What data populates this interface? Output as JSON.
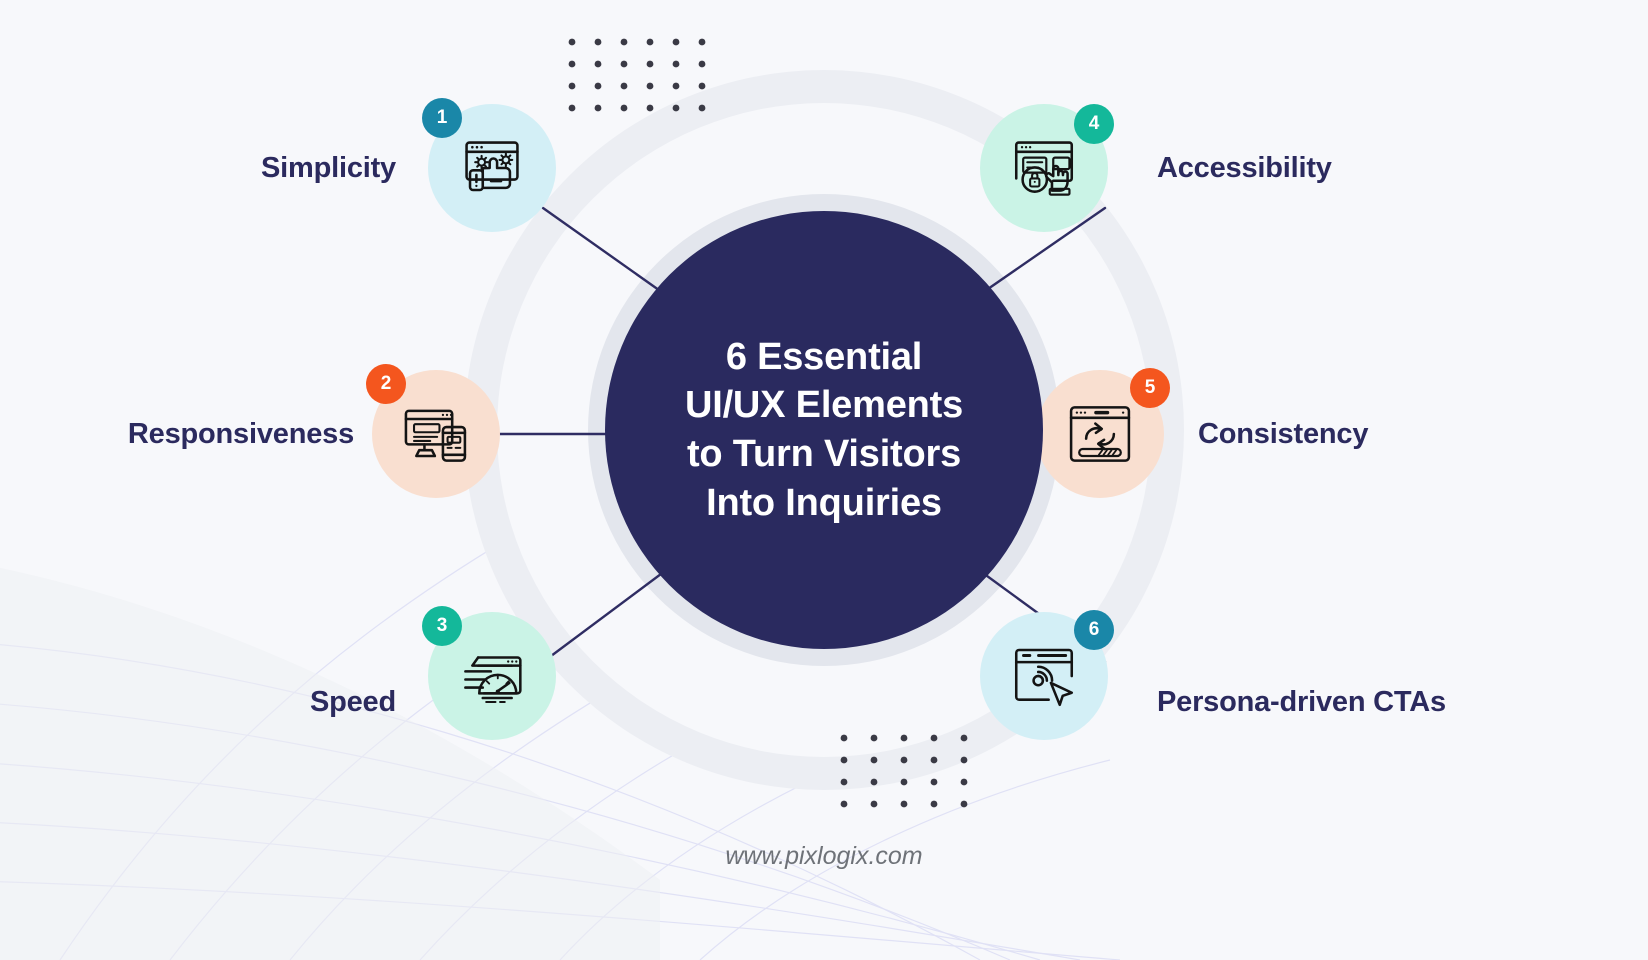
{
  "canvas": {
    "background_color": "#f7f8fb",
    "ring_outer_color": "#eceef3",
    "ring_inner_color": "#e3e6ed"
  },
  "hub": {
    "title": "6 Essential\nUI/UX Elements\nto Turn Visitors\nInto Inquiries",
    "background_color": "#2a2a5f",
    "text_color": "#ffffff"
  },
  "nodes": [
    {
      "number": "1",
      "label": "Simplicity",
      "side": "left",
      "circle_color": "#d3eff6",
      "badge_color": "#1a87a8",
      "icon": "browser-thumbs-up-icon"
    },
    {
      "number": "2",
      "label": "Responsiveness",
      "side": "left",
      "circle_color": "#f9dfd0",
      "badge_color": "#f4561e",
      "icon": "desktop-mobile-icon"
    },
    {
      "number": "3",
      "label": "Speed",
      "side": "left",
      "circle_color": "#caf3e6",
      "badge_color": "#14b89a",
      "icon": "speedometer-browser-icon"
    },
    {
      "number": "4",
      "label": "Accessibility",
      "side": "right",
      "circle_color": "#caf3e6",
      "badge_color": "#14b89a",
      "icon": "browser-lock-hand-icon"
    },
    {
      "number": "5",
      "label": "Consistency",
      "side": "right",
      "circle_color": "#f9dfd0",
      "badge_color": "#f4561e",
      "icon": "browser-sync-arrows-icon"
    },
    {
      "number": "6",
      "label": "Persona-driven CTAs",
      "side": "right",
      "circle_color": "#d3eff6",
      "badge_color": "#1a87a8",
      "icon": "browser-click-target-icon"
    }
  ],
  "decoration": {
    "dot_color": "#3a3a45",
    "line_color": "#2f2d63",
    "dot_grid_top_cols": 6,
    "dot_grid_top_rows": 4,
    "dot_grid_bottom_cols": 5,
    "dot_grid_bottom_rows": 4
  },
  "watermark": {
    "text": "www.pixlogix.com",
    "color": "#6e7278"
  }
}
